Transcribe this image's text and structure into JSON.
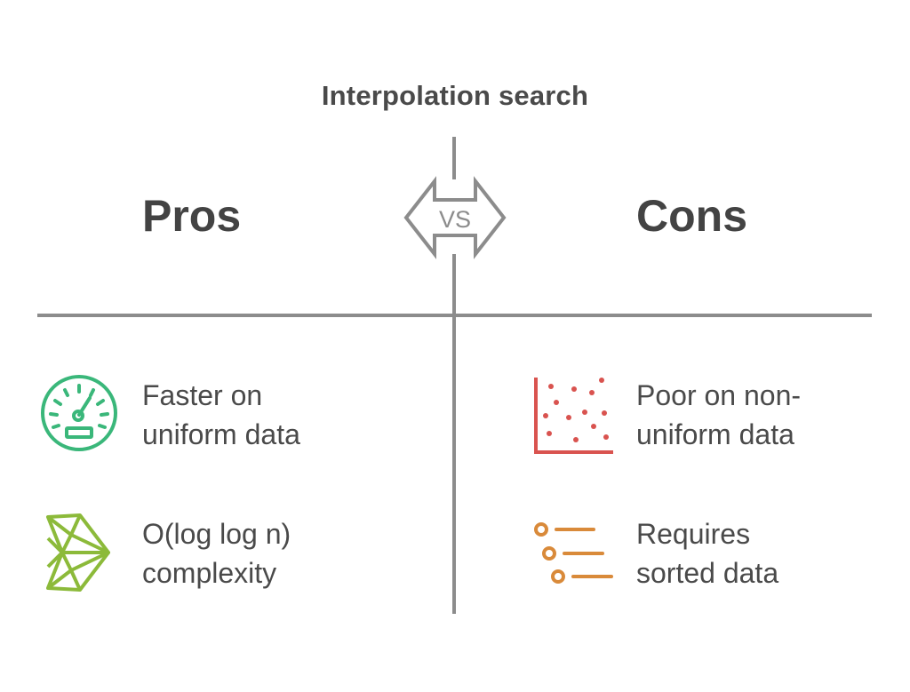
{
  "title": "Interpolation search",
  "pros": {
    "heading": "Pros",
    "items": [
      {
        "lines": [
          "Faster on",
          "uniform data"
        ],
        "icon": "speedometer-icon",
        "color": "#3ab77a"
      },
      {
        "lines": [
          "O(log log n)",
          "complexity"
        ],
        "icon": "geometric-shape-icon",
        "color": "#8cba3a"
      }
    ]
  },
  "cons": {
    "heading": "Cons",
    "items": [
      {
        "lines": [
          "Poor on non-",
          "uniform data"
        ],
        "icon": "scatter-plot-icon",
        "color": "#d9534f"
      },
      {
        "lines": [
          "Requires",
          "sorted data"
        ],
        "icon": "sorted-list-icon",
        "color": "#d98a3a"
      }
    ]
  },
  "vs_label": "VS",
  "colors": {
    "line": "#8c8c8c",
    "text": "#4a4a4a"
  }
}
